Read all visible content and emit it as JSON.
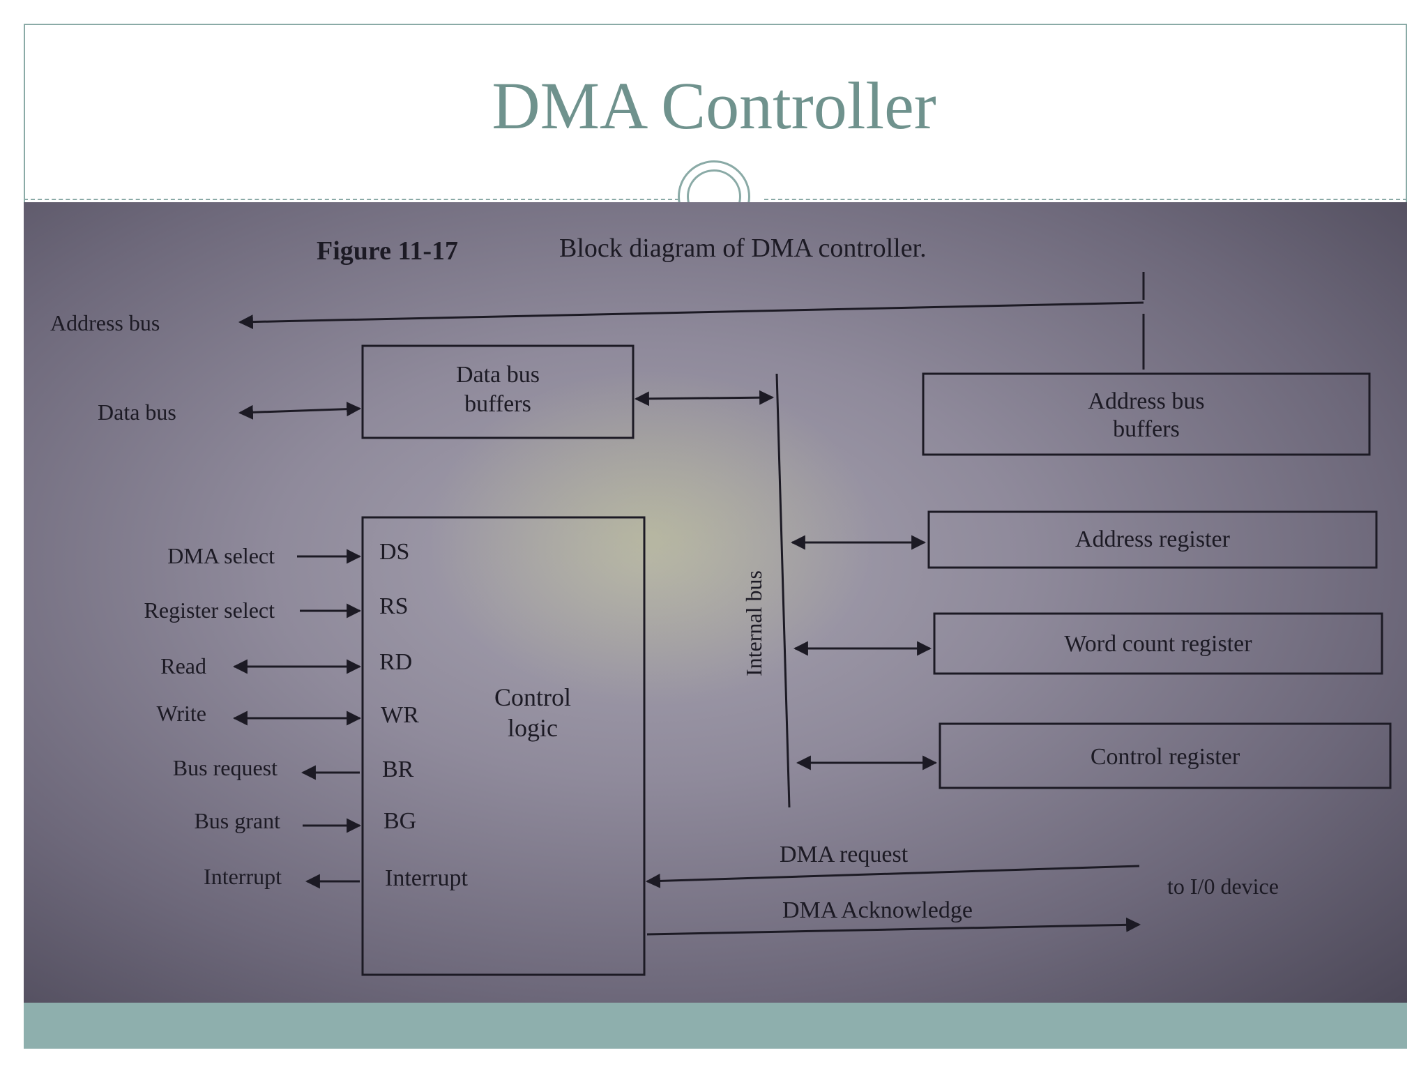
{
  "slide": {
    "title": "DMA Controller"
  },
  "figure": {
    "caption_number": "Figure 11-17",
    "caption_text": "Block diagram of DMA controller.",
    "blocks": {
      "data_bus_buffers": [
        "Data bus",
        "buffers"
      ],
      "address_bus_buffers": [
        "Address bus",
        "buffers"
      ],
      "address_register": "Address register",
      "word_count_register": "Word count register",
      "control_register": "Control register",
      "control_logic": [
        "Control",
        "logic"
      ]
    },
    "internal_bus_label": "Internal bus",
    "external_labels": {
      "address_bus": "Address bus",
      "data_bus": "Data bus",
      "dma_select": "DMA select",
      "register_select": "Register select",
      "read": "Read",
      "write": "Write",
      "bus_request": "Bus request",
      "bus_grant": "Bus grant",
      "interrupt": "Interrupt"
    },
    "pin_labels": {
      "ds": "DS",
      "rs": "RS",
      "rd": "RD",
      "wr": "WR",
      "br": "BR",
      "bg": "BG",
      "interrupt": "Interrupt"
    },
    "io_labels": {
      "dma_request": "DMA request",
      "dma_acknowledge": "DMA Acknowledge",
      "to_io_device": "to I/0 device"
    }
  }
}
